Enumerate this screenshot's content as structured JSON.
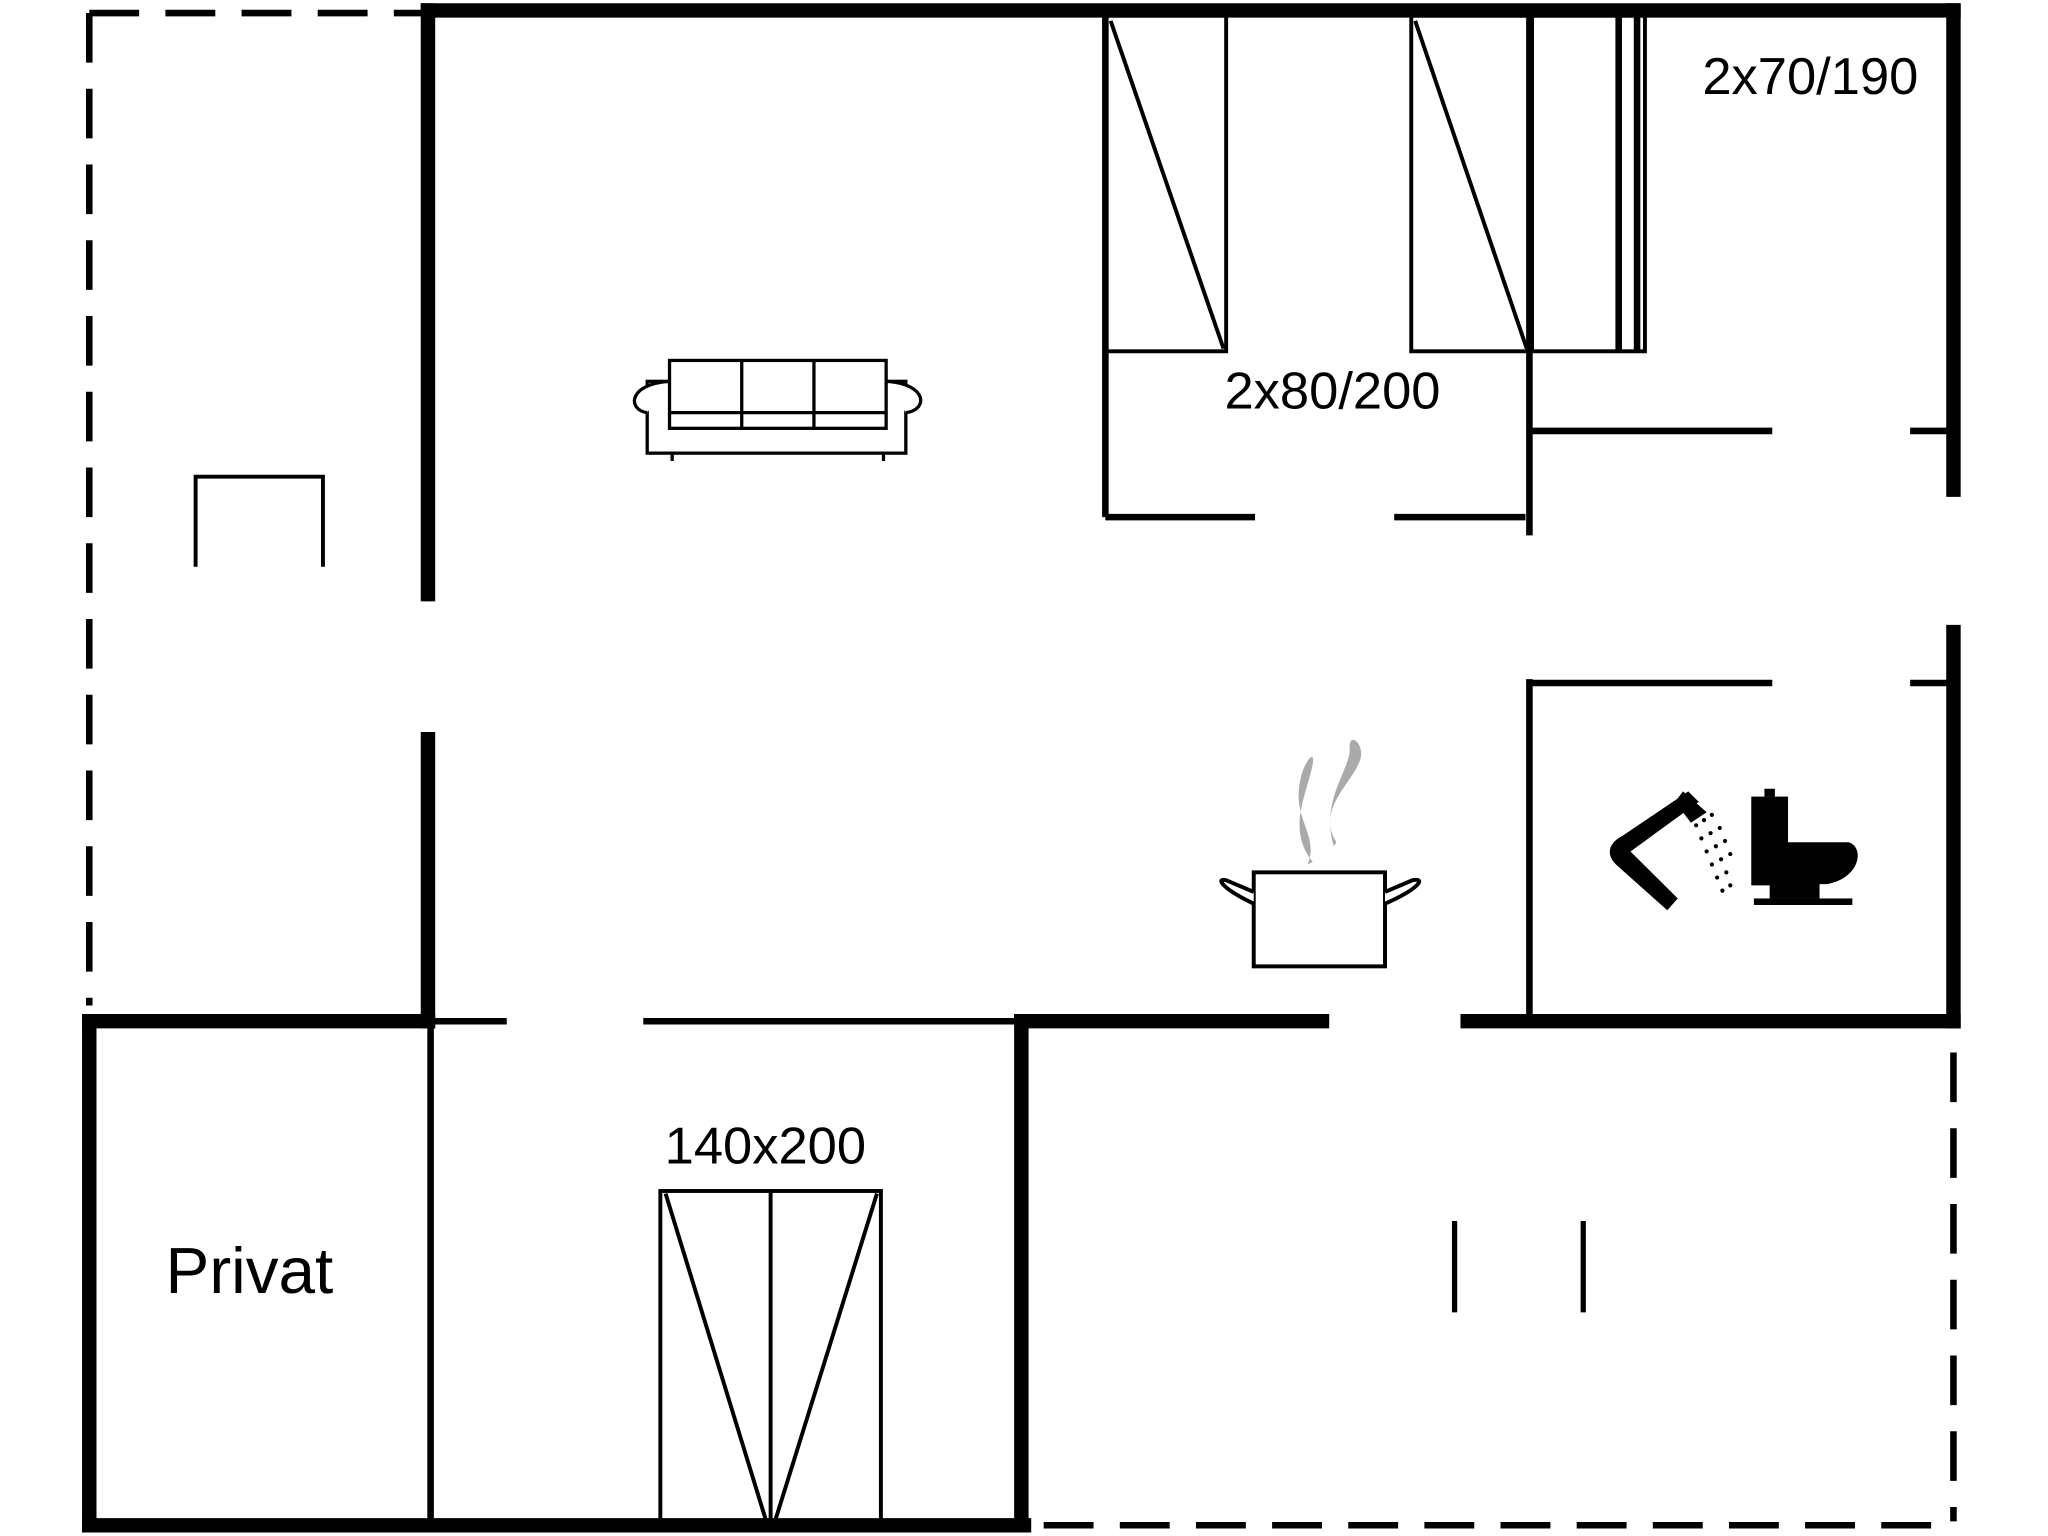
{
  "floorplan": {
    "labels": {
      "bunk_top": "2x70/190",
      "twin_beds": "2x80/200",
      "double_bed": "140x200",
      "private_room": "Privat"
    },
    "icons": [
      "sofa-icon",
      "cooking-pot-icon",
      "shower-icon",
      "toilet-icon",
      "bed-icon",
      "table-icon"
    ],
    "colors": {
      "wall": "#000000",
      "steam": "#aaaaaa",
      "background": "#ffffff"
    }
  }
}
